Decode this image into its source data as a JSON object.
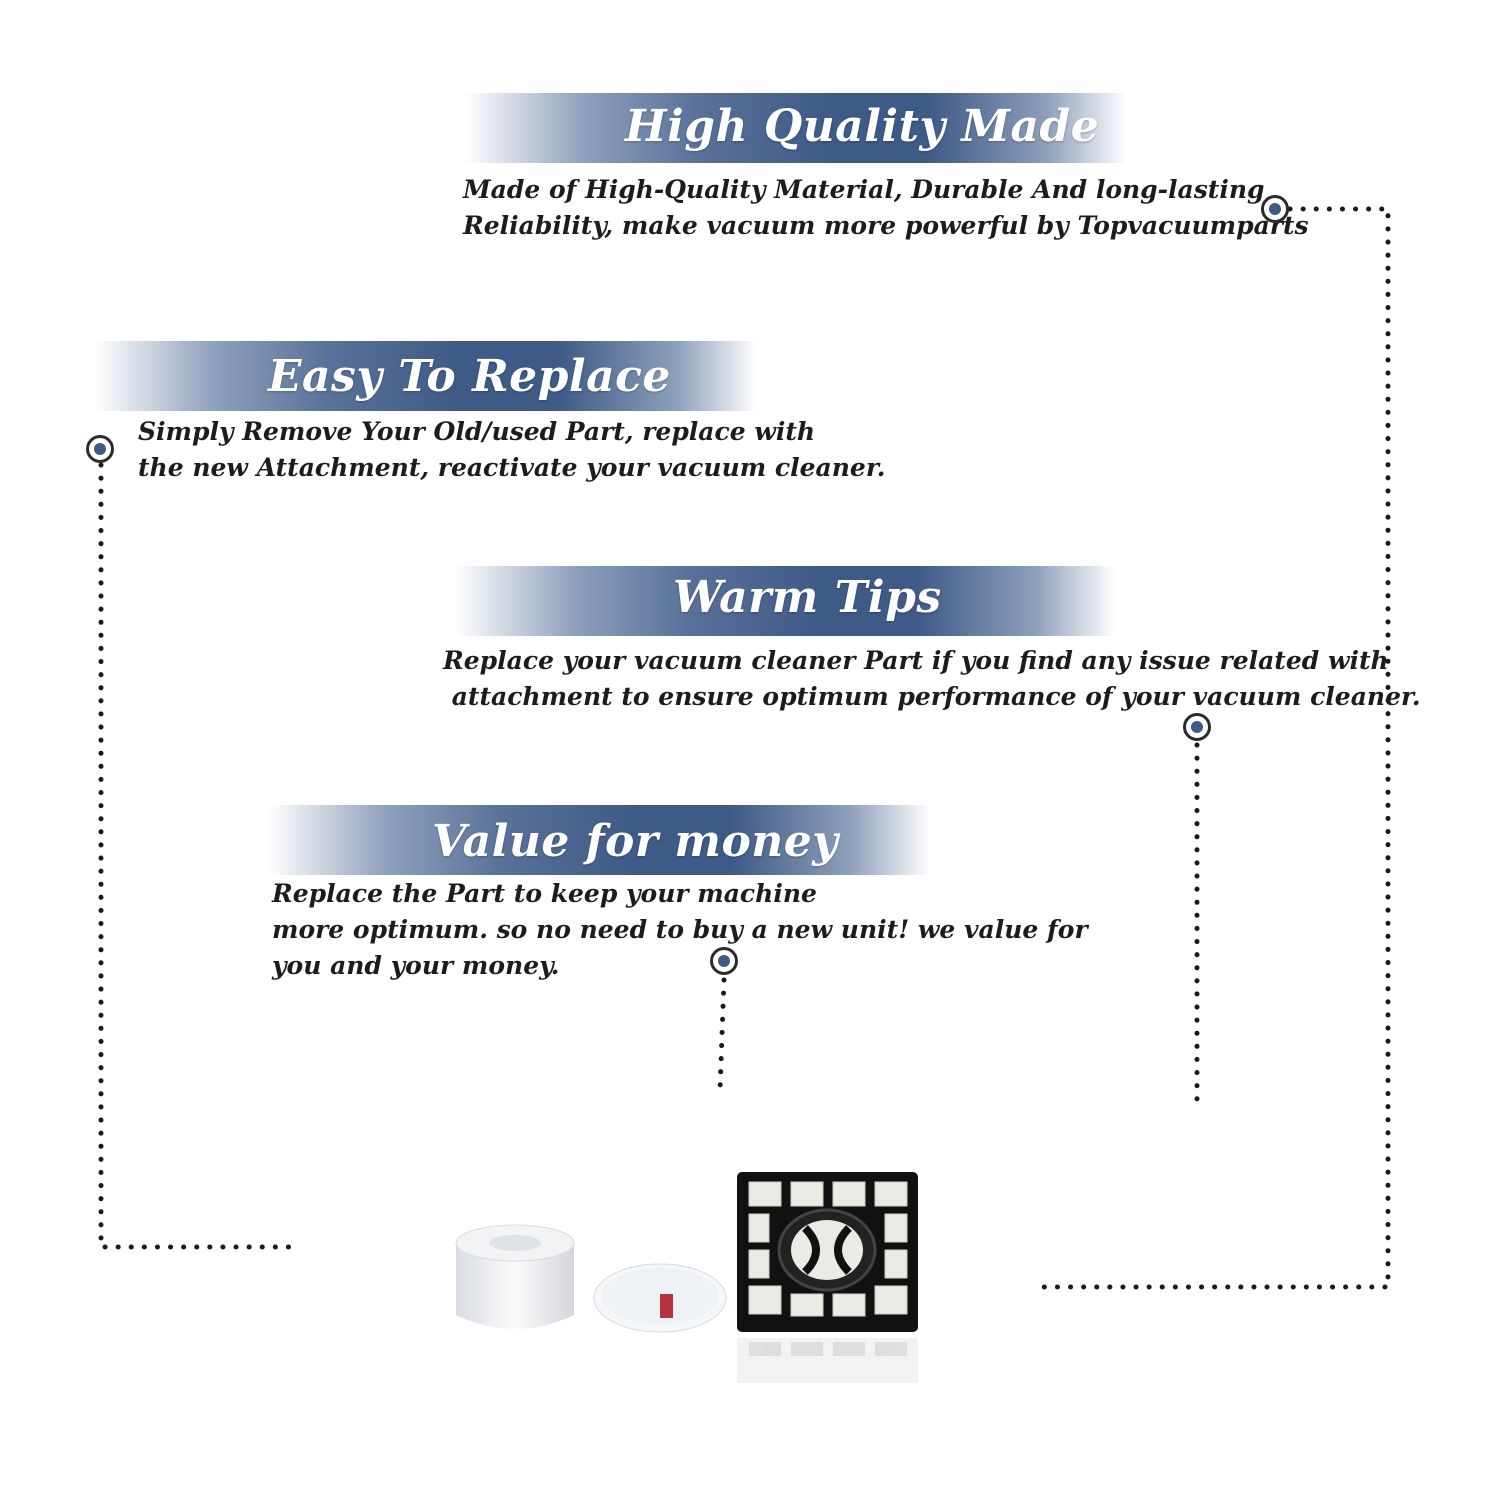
{
  "sections": [
    {
      "title": "High Quality Made",
      "lines": [
        "Made of  High-Quality Material, Durable And long-lasting",
        "Reliability, make vacuum more powerful by Topvacuumparts"
      ]
    },
    {
      "title": "Easy To Replace",
      "lines": [
        "Simply Remove Your Old/used Part, replace with",
        "the new Attachment, reactivate your vacuum cleaner."
      ]
    },
    {
      "title": "Warm Tips",
      "lines": [
        "Replace your vacuum cleaner Part if you find any issue related with",
        " attachment to ensure optimum performance of your vacuum cleaner."
      ]
    },
    {
      "title": "Value for money",
      "lines": [
        "Replace the Part to keep your machine",
        "more optimum. so no need to buy a new unit! we value for",
        "you and your money."
      ]
    }
  ],
  "colors": {
    "banner_blue": "#3e5a87",
    "text": "#1c1c1c",
    "marker_dot": "#3e5a87"
  },
  "icons": [
    "foam-filter-icon",
    "felt-filter-icon",
    "hepa-filter-icon"
  ]
}
